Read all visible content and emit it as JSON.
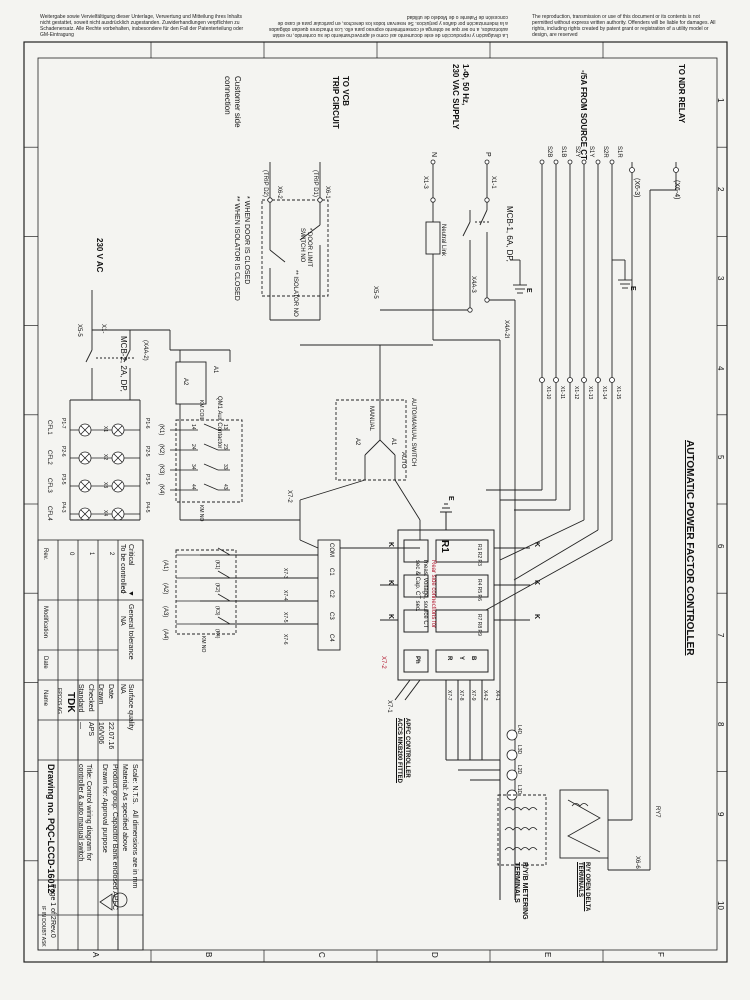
{
  "header_notes": {
    "de": "Weitergabe sowie Vervielfältigung dieser Unterlage, Verwertung und Mitteilung ihres Inhalts nicht gestattet, soweit nicht ausdrücklich zugestanden. Zuwiderhandlungen verpflichten zu Schadenersatz. Alle Rechte vorbehalten, insbesondere für den Fall der Patenterteilung oder GM-Eintragung",
    "es": "La divulgación y reproducción de este documento así como el aprovechamiento de su contenido, no están autorizados, a no ser que se obtenga el consentimiento expreso para ello. Los infractores quedan obligados a la indemnización por daños y perjuicios. Se reservan todos los derechos, en particular para el caso de concesión de Patente o de Modelo de utilidad",
    "en": "The reproduction, transmission or use of this document or its contents is not permitted without express written authority. Offenders will be liable for damages. All rights, including rights created by patent grant or registration of a utility model or design, are reserved"
  },
  "grid": {
    "columns": [
      "1",
      "2",
      "3",
      "4",
      "5",
      "6",
      "7",
      "8",
      "9",
      "10"
    ],
    "rows": [
      "A",
      "B",
      "C",
      "D",
      "E",
      "F"
    ]
  },
  "diagram": {
    "title": "AUTOMATIC POWER FACTOR CONTROLLER",
    "inputs": {
      "ndr": "TO NDR RELAY",
      "ct": "-/5A FROM SOURCE CT",
      "supply_line1": "1-Φ, 50 Hz,",
      "supply_line2": "230 VAC SUPPLY",
      "vcb_line1": "TO VCB",
      "vcb_line2": "TRIP CIRCUIT",
      "customer_line1": "Customer side",
      "customer_line2": "connection"
    },
    "ndr_terminals": [
      "(X6-4)",
      "(X6-3)"
    ],
    "ct_wires": [
      "S1R",
      "S2R",
      "S1Y",
      "S2Y",
      "S1B",
      "S2B"
    ],
    "ct_terminals": [
      "X1-10",
      "X1-11",
      "X1-12",
      "X1-13",
      "X1-14",
      "X1-15"
    ],
    "supply_wires": [
      "P",
      "N"
    ],
    "supply_terminals": [
      "X1-1",
      "X1-3"
    ],
    "mcb1": "MCB-1, 6A, DP,",
    "neutral_link": "Neutral Link",
    "mcb1_terminals": [
      "X4A-3",
      "X4A-2I"
    ],
    "x5_5": "X5-5",
    "earth": "E",
    "trip": {
      "t1": "X6-1",
      "t2": "X6-2",
      "d1": "(TRIP D1)",
      "d2": "(TRIP D2)",
      "door_switch": "* DOOR LIMIT SWITCH NO",
      "isolator": "** ISOLATOR NO",
      "note1": "* WHEN DOOR IS CLOSED",
      "note2": "** WHEN ISOLATOR IS CLOSED"
    },
    "mcb2": {
      "supply": "230 V AC",
      "label": "MCB-2, 2A, DP,",
      "x1": "X1-",
      "x5": "X5-5"
    },
    "contactor": {
      "label": "QM1 Aux Contactor",
      "a1": "A1",
      "a2": "A2",
      "km_coil": "KM COIL",
      "terms": [
        "13",
        "23",
        "33",
        "43",
        "14",
        "24",
        "34",
        "44"
      ],
      "outs": [
        "(K1)",
        "(K2)",
        "(K3)",
        "(K4)"
      ],
      "km_no": "KM NO",
      "x4a": "(X4A-2)"
    },
    "auto_manual": {
      "label": "AUTO/MANUAL SWITCH",
      "manual": "MANUAL",
      "auto": "AUTO",
      "a1": "A1",
      "a2": "A2",
      "x72": "X7-2"
    },
    "fans": {
      "terms_top": [
        "P1-6",
        "P2-5",
        "P3-5",
        "P4-5"
      ],
      "terms_bottom": [
        "P1-7",
        "P2-6",
        "P3-5",
        "P4-3"
      ],
      "labels": [
        "CFL1",
        "CFL2",
        "CFL3",
        "CFL4"
      ],
      "fuses": [
        "X1",
        "X2",
        "X3",
        "X4"
      ]
    },
    "relay_block": {
      "com": "COM",
      "outs": [
        "C1",
        "C2",
        "C3",
        "C4"
      ],
      "knives": [
        "(K1)",
        "(K2)",
        "(K3)",
        "(K4)"
      ],
      "terms": [
        "X7-3",
        "X7-4",
        "X7-5",
        "X7-6"
      ],
      "km_no": "KM NO",
      "channels": [
        "(A1)",
        "(A2)",
        "(A3)",
        "(A4)"
      ]
    },
    "controller": {
      "label": "R1",
      "rear": "Rear side connections for",
      "rear2": "meas. voltage, source CT",
      "rear3": "sec & Cap. CT sec.",
      "k_markers": [
        "K",
        "K",
        "K"
      ],
      "blocks": [
        "R1 R2 R3",
        "R4 R5 R6",
        "R7 R8 R9"
      ],
      "bottom": [
        "Ph",
        "R",
        "Y",
        "B"
      ],
      "wires": [
        "X7-7",
        "X7-8",
        "X7-9",
        "X4-2",
        "X4-1"
      ],
      "brand_line1": "APFC CONTROLLER",
      "brand_line2": "ACCS MKB200 FITTED"
    },
    "meter": {
      "leds": [
        "L4D",
        "L3D",
        "L2D",
        "L1D"
      ],
      "ryb": "R/Y/B METERING TERMINALS",
      "open_delta": "R/Y OPEN DELTA TERMINALS",
      "ry7": "RY7",
      "x6_6": "X6-6"
    },
    "x7_1": "X7-1",
    "x7_2": "X7-2"
  },
  "title_block": {
    "revisions": {
      "headers": [
        "Rev.",
        "Modification",
        "Date",
        "Name"
      ],
      "rows": [
        "2",
        "1",
        "0"
      ]
    },
    "critical": "Critical",
    "critical_val": "▼",
    "to_be_controlled": "To be controlled",
    "to_be_controlled_val": "◊",
    "general_tolerance": "General tolerance",
    "general_tolerance_val": "NA",
    "surface_quality": "Surface quality",
    "surface_quality_val": "NA",
    "scale": "Scale: N.T.S.",
    "dims": "All dimensions are in mm",
    "material": "Material: As specified above",
    "product_group": "Product group: Capacitor Bank enclosed APFC",
    "drawn_for": "Drawn for: Approval purpose",
    "date_label": "Date",
    "date_val": "22.07.16",
    "drawn_label": "Drawn",
    "drawn_val": "16/V06",
    "checked_label": "Checked",
    "checked_val": "APS",
    "standard_label": "Standard",
    "standard_val": "—",
    "title": "Title: Control wiring diagram for controller & auto manual switch",
    "drawing_no": "Drawing no. PQC-LCCD-16012",
    "page": "Page 1 of 2",
    "rev": "Rev.0",
    "brand": "TDK",
    "brand_sub": "EPCOS AG",
    "footer_code": "IF IN DOUBT ASK"
  }
}
